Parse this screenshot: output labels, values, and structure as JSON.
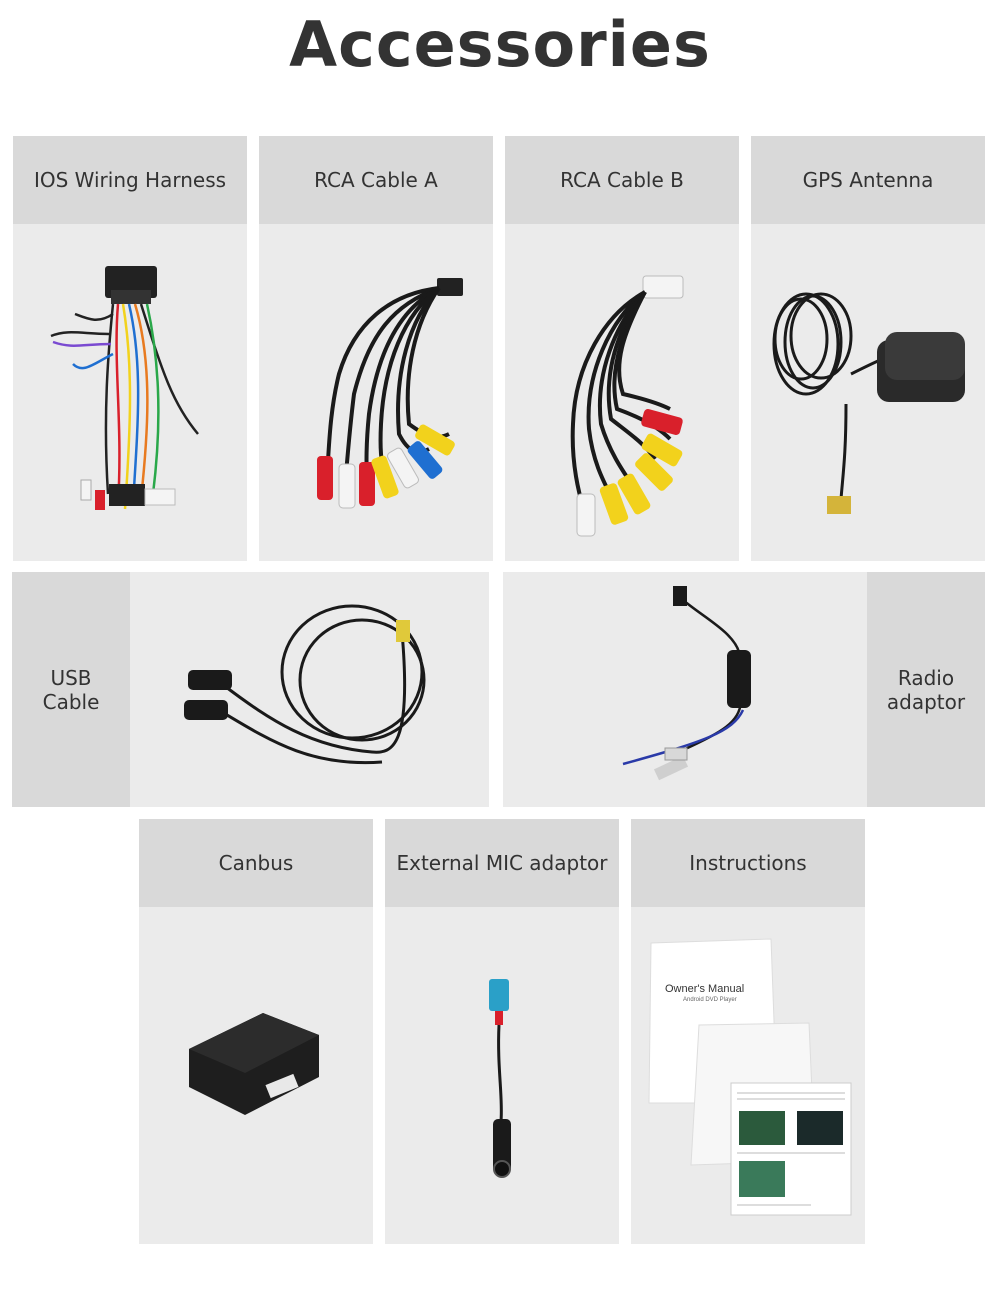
{
  "page": {
    "title": "Accessories"
  },
  "accessories": [
    {
      "label": "IOS Wiring Harness",
      "icon": "wiring-harness-image"
    },
    {
      "label": "RCA Cable A",
      "icon": "rca-cable-a-image"
    },
    {
      "label": "RCA Cable B",
      "icon": "rca-cable-b-image"
    },
    {
      "label": "GPS Antenna",
      "icon": "gps-antenna-image"
    },
    {
      "label": "USB\nCable",
      "icon": "usb-cable-image"
    },
    {
      "label": "Radio\nadaptor",
      "icon": "radio-adaptor-image"
    },
    {
      "label": "Canbus",
      "icon": "canbus-box-image"
    },
    {
      "label": "External MIC adaptor",
      "icon": "mic-adaptor-image"
    },
    {
      "label": "Instructions",
      "icon": "manual-image"
    }
  ],
  "manual": {
    "cover_title": "Owner's Manual",
    "cover_subtitle": "Android DVD Player"
  },
  "colors": {
    "panel": "#ebebeb",
    "header": "#d9d9d9",
    "red": "#d9202b",
    "yellow": "#f2d21c",
    "blue": "#1f6fd1",
    "white": "#f4f4f4"
  }
}
